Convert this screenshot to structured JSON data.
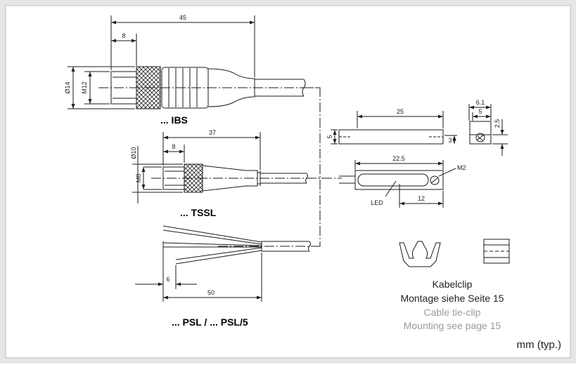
{
  "colors": {
    "background": "#e6e6e6",
    "frame": "#ffffff",
    "line": "#1a1a1a",
    "caption_secondary": "#9a9a9a"
  },
  "ibs": {
    "label": "... IBS",
    "dim_total": "45",
    "dim_knurl": "8",
    "dim_d14": "Ø14",
    "dim_m12": "M12"
  },
  "tssl": {
    "label": "... TSSL",
    "dim_total": "37",
    "dim_knurl": "8",
    "dim_d10": "Ø10",
    "dim_m8": "M8"
  },
  "psl": {
    "label": "... PSL / ... PSL/5",
    "dim_total": "50",
    "dim_strip": "6"
  },
  "sensor_side": {
    "dim_length": "25",
    "dim_height": "5",
    "dim_base": "3"
  },
  "sensor_end": {
    "dim_width": "6.1",
    "dim_inner": "5",
    "dim_height": "2.5"
  },
  "sensor_top": {
    "dim_length": "22.5",
    "dim_led": "12",
    "label_led": "LED",
    "label_screw": "M2"
  },
  "clip": {
    "caption_de_1": "Kabelclip",
    "caption_de_2": "Montage siehe Seite 15",
    "caption_en_1": "Cable tie-clip",
    "caption_en_2": "Mounting see page 15"
  },
  "unit_note": "mm (typ.)"
}
